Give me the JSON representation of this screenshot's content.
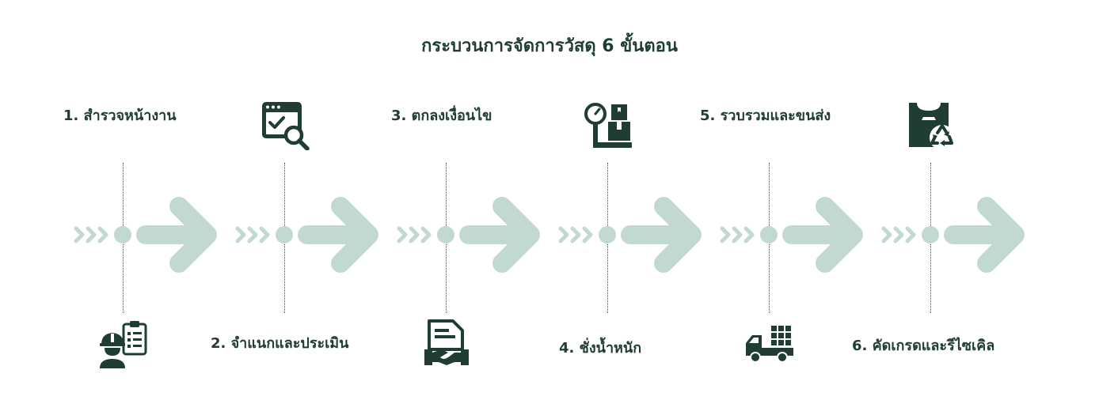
{
  "title": "กระบวนการจัดการวัสดุ 6 ขั้นตอน",
  "colors": {
    "primary": "#1f3d33",
    "arrow": "#c2d9d3",
    "line": "#3f4a45"
  },
  "steps": [
    {
      "label": "1. สำรวจหน้างาน",
      "icon": "worker-clipboard-icon"
    },
    {
      "label": "2. จำแนกและประเมิน",
      "icon": "calendar-check-search-icon"
    },
    {
      "label": "3. ตกลงเงื่อนไข",
      "icon": "handshake-document-icon"
    },
    {
      "label": "4. ชั่งน้ำหนัก",
      "icon": "scale-box-icon"
    },
    {
      "label": "5. รวบรวมและขนส่ง",
      "icon": "delivery-truck-icon"
    },
    {
      "label": "6. คัดเกรดและรีไซเคิล",
      "icon": "recycle-bag-icon"
    }
  ]
}
